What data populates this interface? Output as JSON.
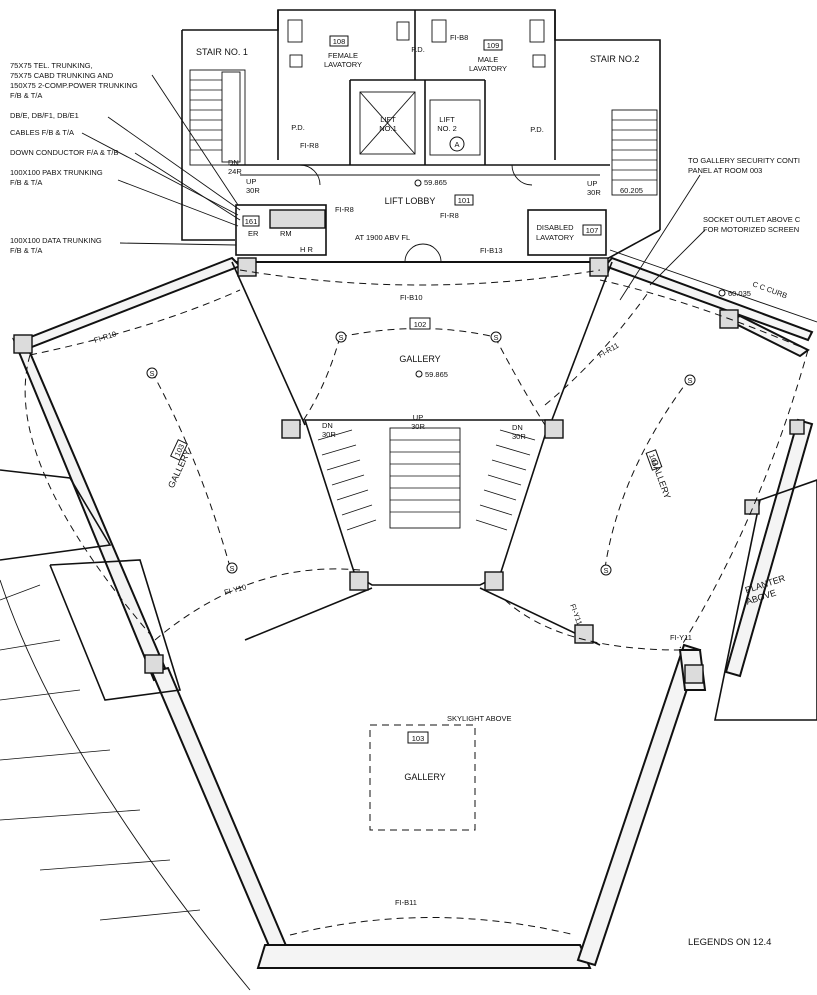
{
  "notes": [
    {
      "lines": [
        "75X75 TEL. TRUNKING,",
        "75X75 CABD TRUNKING AND",
        "150X75 2-COMP.POWER TRUNKING",
        "F/B & T/A"
      ]
    },
    {
      "lines": [
        "DB/E, DB/F1, DB/E1"
      ]
    },
    {
      "lines": [
        "CABLES F/B & T/A"
      ]
    },
    {
      "lines": [
        "DOWN CONDUCTOR F/A & T/B"
      ]
    },
    {
      "lines": [
        "100X100 PABX TRUNKING",
        "F/B & T/A"
      ]
    },
    {
      "lines": [
        "100X100 DATA TRUNKING",
        "F/B & T/A"
      ]
    }
  ],
  "right_notes": [
    {
      "lines": [
        "TO GALLERY SECURITY CONTI",
        "PANEL AT ROOM 003"
      ]
    },
    {
      "lines": [
        "SOCKET OUTLET ABOVE C",
        "FOR MOTORIZED SCREEN"
      ]
    }
  ],
  "rooms": {
    "stair1": "STAIR NO. 1",
    "stair2": "STAIR NO.2",
    "female_lav": [
      "FEMALE",
      "LAVATORY"
    ],
    "male_lav": [
      "MALE",
      "LAVATORY"
    ],
    "lift1": [
      "LIFT",
      "NO.1"
    ],
    "lift2": [
      "LIFT",
      "NO. 2"
    ],
    "lift_lobby": "LIFT LOBBY",
    "disabled_lav": [
      "DISABLED",
      "LAVATORY"
    ],
    "gallery_main": "GALLERY",
    "gallery_left": "GALLERY",
    "gallery_right": "GALLERY",
    "gallery_bottom": "GALLERY",
    "planter": [
      "PLANTER",
      "ABOVE"
    ],
    "skylight": "SKYLIGHT ABOVE",
    "pd": "P.D.",
    "er": "ER",
    "rm": "RM",
    "hr": "H R"
  },
  "room_numbers": {
    "female_lav": "108",
    "male_lav": "109",
    "lift_lobby": "101",
    "disabled_lav": "107",
    "gallery_main": "102",
    "gallery_left": "103",
    "gallery_right": "104",
    "gallery_bottom": "103",
    "er": "161"
  },
  "levels": {
    "lobby": "59.865",
    "gallery": "59.865",
    "east": "60.205",
    "kerb": "60.035"
  },
  "circuit_labels": {
    "b10": "FI-B10",
    "r10": "FI-R10",
    "r11": "FI-R11",
    "y10": "FI-Y10",
    "y11a": "FI-Y11",
    "y11b": "FI-Y11",
    "b11": "FI-B11",
    "r8a": "FI-R8",
    "r8b": "FI-R8",
    "r8c": "FI-R8",
    "b13": "FI-B13",
    "b8": "FI-B8",
    "at": "AT 1900 ABV FL"
  },
  "stair_marks": {
    "dn24": [
      "DN",
      "24R"
    ],
    "up30a": [
      "UP",
      "30R"
    ],
    "up30b": [
      "UP",
      "30R"
    ],
    "dn30a": [
      "DN",
      "30R"
    ],
    "up30c": [
      "UP",
      "30R"
    ],
    "dn30b": [
      "DN",
      "30R"
    ]
  },
  "kerb": "C C CURB",
  "lift2_mark": "A",
  "switch_s": "S",
  "legend_ref": "LEGENDS ON 12.4"
}
